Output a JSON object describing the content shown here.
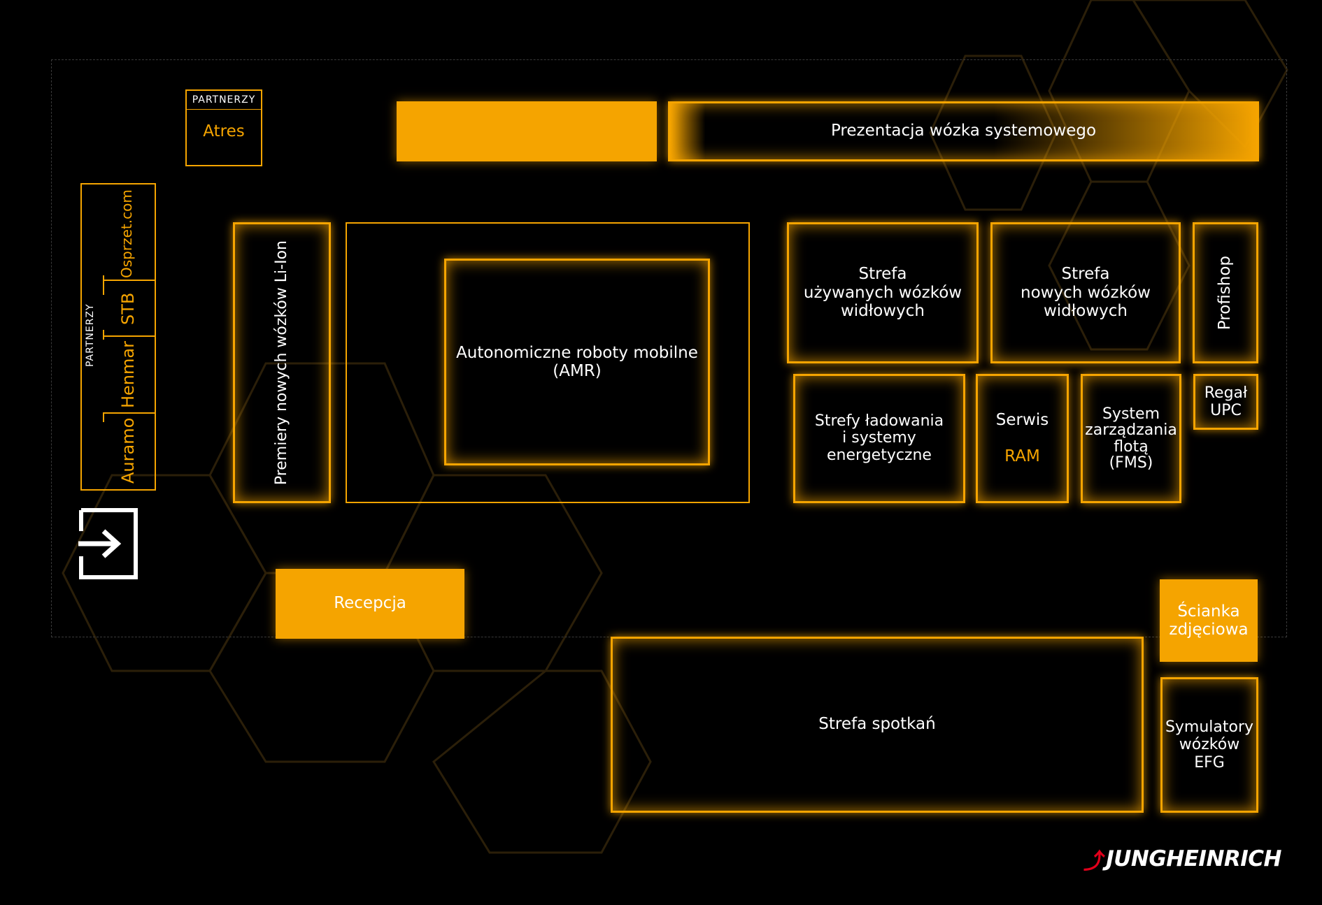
{
  "colors": {
    "accent": "#f5a400",
    "background": "#000000",
    "logo_red": "#e0001b"
  },
  "partners_top": {
    "label": "PARTNERZY",
    "name": "Atres"
  },
  "partners_side": {
    "label": "PARTNERZY",
    "names": [
      "Auramo",
      "Henmar",
      "STB",
      "Osprzet.com"
    ]
  },
  "zones": {
    "presentation": "Prezentacja wózka systemowego",
    "li_ion": "Premiery nowych wózków Li-Ion",
    "amr": "Autonomiczne roboty mobilne\n(AMR)",
    "used_trucks": "Strefa\nużywanych wózków\nwidłowych",
    "new_trucks": "Strefa\nnowych wózków\nwidłowych",
    "profishop": "Profishop",
    "upc": "Regał\nUPC",
    "charging": "Strefy ładowania\ni systemy\nenergetyczne",
    "service": "Serwis",
    "ram": "RAM",
    "fms": "System\nzarządzania\nflotą\n(FMS)",
    "reception": "Recepcja",
    "photo_wall": "Ścianka\nzdjęciowa",
    "meeting": "Strefa spotkań",
    "simulators": "Symulatory\nwózków\nEFG"
  },
  "icons": {
    "entrance": "entrance-arrow-icon"
  },
  "logo": {
    "text": "JUNGHEINRICH"
  }
}
